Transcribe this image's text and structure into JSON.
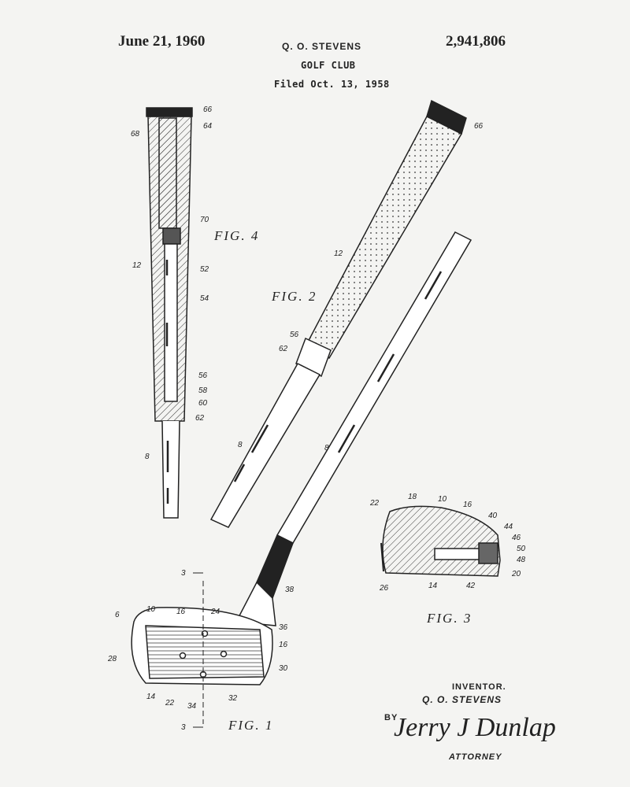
{
  "header": {
    "date": "June 21, 1960",
    "inventor_name": "Q. O. STEVENS",
    "title": "GOLF CLUB",
    "filed": "Filed Oct. 13, 1958",
    "patent_number": "2,941,806"
  },
  "figures": {
    "fig1": "FIG. 1",
    "fig2": "FIG. 2",
    "fig3": "FIG. 3",
    "fig4": "FIG. 4"
  },
  "refs": {
    "fig4": [
      "66",
      "68",
      "64",
      "70",
      "12",
      "52",
      "54",
      "56",
      "58",
      "60",
      "62",
      "8"
    ],
    "fig2": [
      "66",
      "12",
      "56",
      "62",
      "8"
    ],
    "fig1": [
      "8",
      "38",
      "36",
      "16",
      "30",
      "6",
      "10",
      "16",
      "24",
      "28",
      "14",
      "22",
      "34",
      "32",
      "3",
      "3"
    ],
    "fig3": [
      "22",
      "18",
      "10",
      "16",
      "40",
      "44",
      "46",
      "50",
      "48",
      "20",
      "26",
      "14",
      "42"
    ]
  },
  "signature": {
    "inventor_label": "INVENTOR.",
    "inventor": "Q. O. STEVENS",
    "by": "BY",
    "signature_text": "Jerry J Dunlap",
    "attorney": "ATTORNEY"
  }
}
